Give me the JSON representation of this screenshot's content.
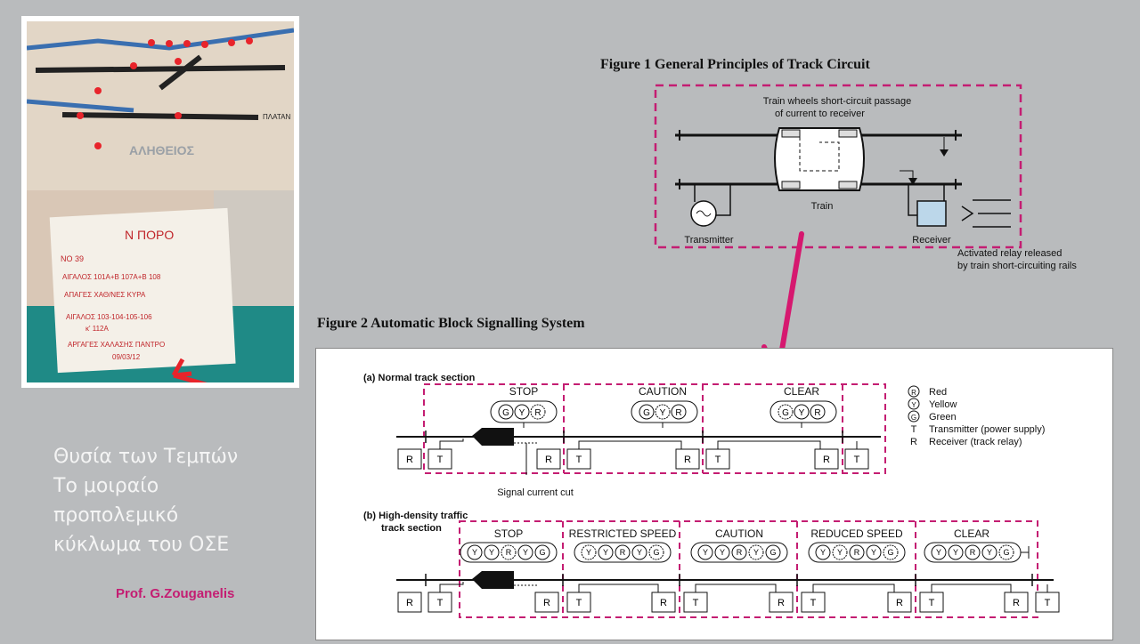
{
  "photo": {
    "sign_lines": [
      "Ν ΠΟΡΟ",
      "ΝΟ 39",
      "ΑΙΓΑΛΟΣ 101Α+Β 107Α+Β 108",
      "ΑΠΑΓΕΣ ΧΑΘ/ΝΕΣ ΚΥΡΑ",
      "ΑΙΓΑΛΟΣ 103-104-105-106",
      "κ' 112Α",
      "ΑΡΓΑΓΕΣ ΧΑΛΑΣΗΣ ΠΑΝΤΡΟ",
      "09/03/12"
    ],
    "board_labels": [
      "ΑΛΗΘΕΙΟΣ",
      "ΠΛΑΤΑΝ"
    ]
  },
  "caption": {
    "lines": [
      "Θυσία των Τεμπών",
      "Το μοιραίο",
      "προπολεμικό",
      "κύκλωμα του ΟΣΕ"
    ]
  },
  "author": "Prof. G.Zouganelis",
  "figure1": {
    "title": "Figure 1   General Principles of Track Circuit",
    "wheels_label_1": "Train wheels short-circuit passage",
    "wheels_label_2": "of current to receiver",
    "train_label": "Train",
    "transmitter_label": "Transmitter",
    "receiver_label": "Receiver",
    "relay_label_1": "Activated relay released",
    "relay_label_2": "by train short-circuiting rails"
  },
  "figure2": {
    "title": "Figure 2   Automatic Block Signalling System",
    "section_a": "(a) Normal track section",
    "section_b_1": "(b) High-density traffic",
    "section_b_2": "track section",
    "a_stop": "STOP",
    "a_caution": "CAUTION",
    "a_clear": "CLEAR",
    "a_lamps_stop": [
      "G",
      "Y",
      "R"
    ],
    "a_lamps_caution": [
      "G",
      "Y",
      "R"
    ],
    "a_lamps_clear": [
      "G",
      "Y",
      "R"
    ],
    "signal_cut": "Signal current cut",
    "b_stop": "STOP",
    "b_restricted": "RESTRICTED SPEED",
    "b_caution": "CAUTION",
    "b_reduced": "REDUCED SPEED",
    "b_clear": "CLEAR",
    "b_lamps": [
      "Y",
      "Y",
      "R",
      "Y",
      "G"
    ],
    "box_R": "R",
    "box_T": "T",
    "legend": {
      "red": "Red",
      "yellow": "Yellow",
      "green": "Green",
      "t_desc": "Transmitter (power supply)",
      "r_desc": "Receiver (track relay)",
      "key_R": "R",
      "key_Y": "Y",
      "key_G": "G",
      "key_T": "T",
      "key_R2": "R"
    }
  },
  "colors": {
    "accent": "#c41d72",
    "background": "#b9bbbd"
  }
}
